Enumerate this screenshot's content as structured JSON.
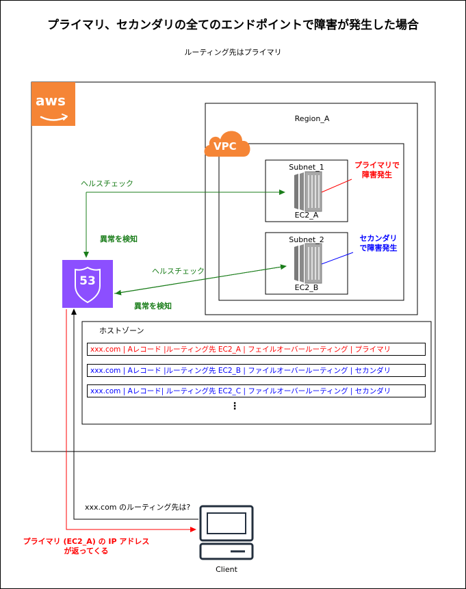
{
  "title": "プライマリ、セカンダリの全てのエンドポイントで障害が発生した場合",
  "subtitle": "ルーティング先はプライマリ",
  "aws_label": "aws",
  "region_label": "Region_A",
  "vpc_label": "VPC",
  "subnet_1": {
    "label": "Subnet_1",
    "instance": "EC2_A"
  },
  "subnet_2": {
    "label": "Subnet_2",
    "instance": "EC2_B"
  },
  "route53_label": "53",
  "health_check_1": "ヘルスチェック",
  "health_check_2": "ヘルスチェック",
  "anomaly_1": "異常を検知",
  "anomaly_2": "異常を検知",
  "primary_failure": [
    "プライマリで",
    "障害発生"
  ],
  "secondary_failure": [
    "セカンダリ",
    "で障害発生"
  ],
  "hosted_zone": {
    "label": "ホストゾーン",
    "records": [
      {
        "text": "xxx.com | Aレコード |ルーティング先 EC2_A | フェイルオーバールーティング | プライマリ",
        "color": "#ff0000"
      },
      {
        "text": "xxx.com | Aレコード |ルーティング先 EC2_B | ファイルオーバールーティング | セカンダリ",
        "color": "#0000ff"
      },
      {
        "text": "xxx.com | Aレコード| ルーティング先 EC2_C | ファイルオーバールーティング | セカンダリ",
        "color": "#0000ff"
      }
    ],
    "more": "⋮"
  },
  "client_question": "xxx.com のルーティング先は?",
  "client_response": [
    "プライマリ (EC2_A) の IP アドレス",
    "が返ってくる"
  ],
  "client_label": "Client",
  "colors": {
    "aws_orange": "#f58536",
    "route53_purple": "#8c4fff",
    "green_arrow": "#1a7d1a",
    "red": "#ff0000",
    "blue": "#0000ff"
  }
}
